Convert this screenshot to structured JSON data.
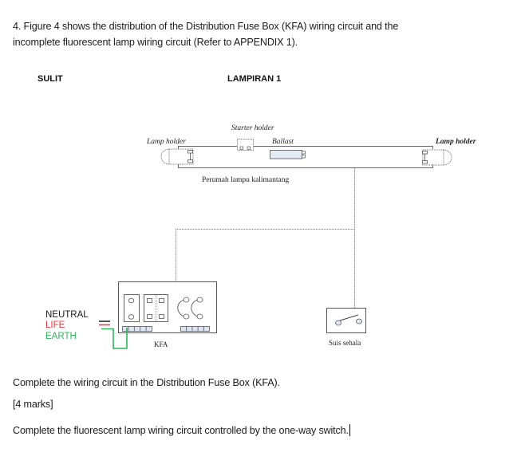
{
  "question": {
    "line1": "4. Figure 4 shows the distribution of the Distribution Fuse Box (KFA) wiring circuit and the",
    "line2": "incomplete fluorescent lamp wiring circuit (Refer to APPENDIX 1)."
  },
  "header": {
    "left_label": "SULIT",
    "center_label": "LAMPIRAN 1"
  },
  "diagram": {
    "lamp": {
      "starter_holder_label": "Starter holder",
      "lamp_holder_left_label": "Lamp holder",
      "ballast_label": "Ballast",
      "lamp_holder_right_label": "Lamp holder",
      "housing_label": "Perumah lampu kalimantang"
    },
    "fuse_box": {
      "label": "KFA"
    },
    "supply": {
      "neutral_label": "NEUTRAL",
      "life_label": "LIFE",
      "earth_label": "EARTH"
    },
    "switch": {
      "label": "Suis sehala"
    },
    "colors": {
      "neutral": "#1a1a1a",
      "life": "#e8343c",
      "earth": "#2db45a",
      "ballast_fill": "#e4eaf6",
      "terminal_fill": "#dde5f3",
      "switch_contact_fill": "#dfe6f2",
      "wire_dotted": "#8a8a8a"
    }
  },
  "instructions": {
    "task1": "Complete the wiring circuit in the Distribution Fuse Box (KFA).",
    "marks": "[4 marks]",
    "task2": "Complete the fluorescent lamp wiring circuit controlled by the one-way switch."
  }
}
